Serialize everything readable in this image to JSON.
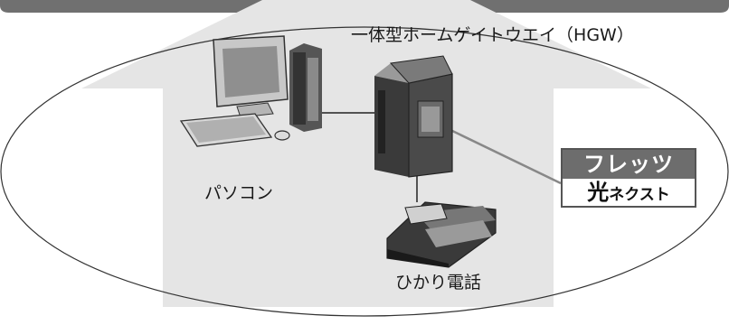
{
  "labels": {
    "hgw": "一体型ホームゲイトウエイ（HGW）",
    "pc": "パソコン",
    "phone": "ひかり電話"
  },
  "badge": {
    "top": "フレッツ",
    "hikari": "光",
    "next": "ネクスト"
  },
  "colors": {
    "arrow": "#e5e5e5",
    "banner": "#707070",
    "badge_top": "#6d6d6d",
    "outline": "#333333"
  }
}
